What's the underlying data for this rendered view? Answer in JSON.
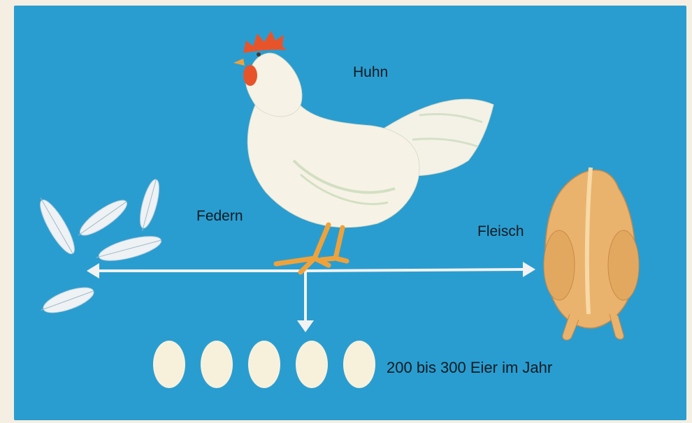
{
  "diagram": {
    "center_label": "Huhn",
    "products": [
      {
        "label": "Federn",
        "icon": "feathers-icon"
      },
      {
        "label": "Fleisch",
        "icon": "plucked-chicken-icon"
      },
      {
        "label": "200 bis 300 Eier im Jahr",
        "icon": "eggs-icon",
        "egg_count": 5
      }
    ]
  },
  "colors": {
    "background": "#2a9dd0",
    "arrow": "#f2f2f2",
    "text": "#0e1b22",
    "hen_body": "#f6f3e6",
    "comb": "#e8542a",
    "legs": "#f0a23a",
    "meat": "#e9b36e",
    "egg": "#f7f1dc"
  }
}
